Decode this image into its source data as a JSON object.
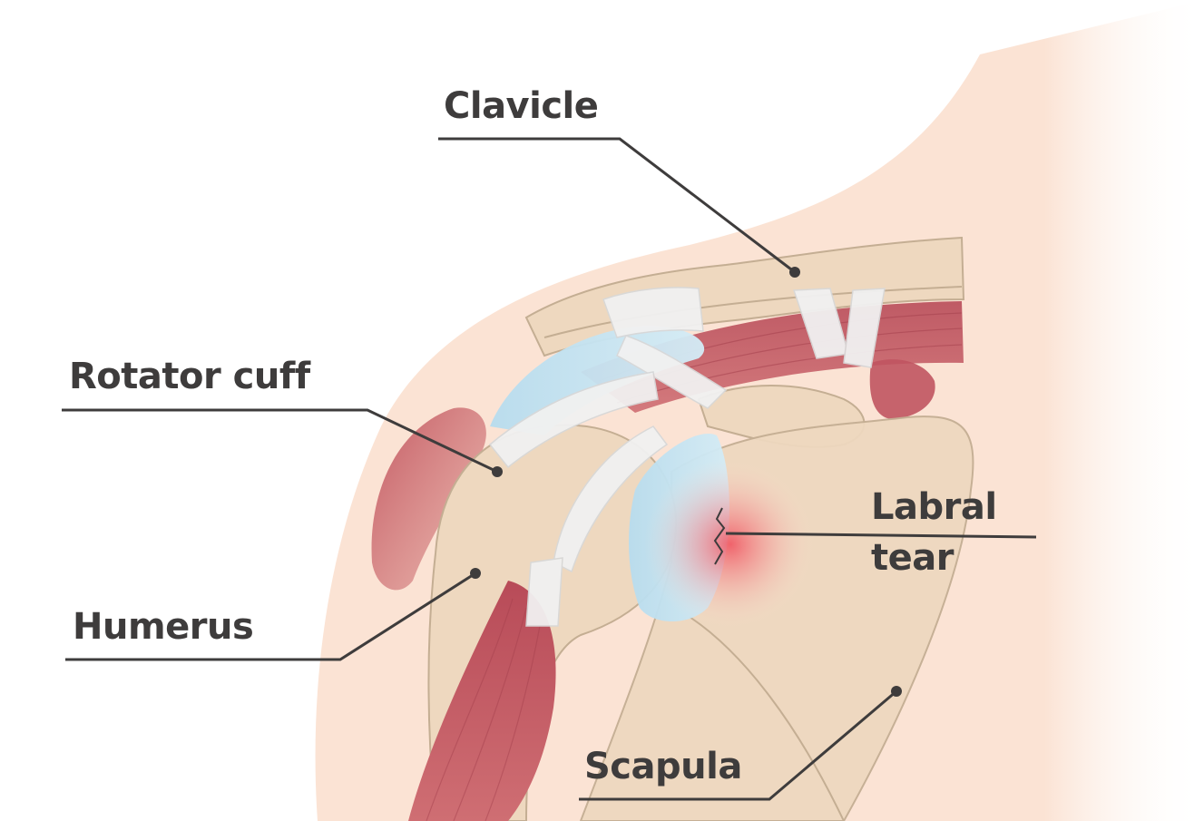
{
  "labels": {
    "clavicle": "Clavicle",
    "rotator_cuff": "Rotator cuff",
    "labral_tear_line1": "Labral",
    "labral_tear_line2": "tear",
    "humerus": "Humerus",
    "scapula": "Scapula"
  },
  "colors": {
    "skin": "#fbe3d4",
    "bone": "#eed8bf",
    "bone_outline": "#c4ae93",
    "muscle": "#c05460",
    "cartilage": "#bfe1f0",
    "ligament": "#f1f1f1",
    "inflammation": "#f26a72",
    "leader_line": "#3e3c3c"
  }
}
